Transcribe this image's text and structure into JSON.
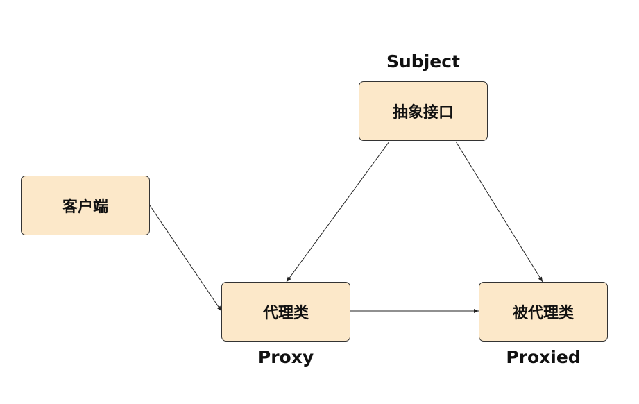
{
  "nodes": {
    "subject": {
      "label": "抽象接口",
      "caption": "Subject"
    },
    "client": {
      "label": "客户端"
    },
    "proxy": {
      "label": "代理类",
      "caption": "Proxy"
    },
    "proxied": {
      "label": "被代理类",
      "caption": "Proxied"
    }
  },
  "edges": [
    {
      "from": "client",
      "to": "proxy"
    },
    {
      "from": "subject",
      "to": "proxy"
    },
    {
      "from": "subject",
      "to": "proxied"
    },
    {
      "from": "proxy",
      "to": "proxied"
    }
  ],
  "colors": {
    "node_fill": "#fce8c9",
    "node_border": "#333333",
    "edge": "#222222",
    "text": "#111111"
  }
}
